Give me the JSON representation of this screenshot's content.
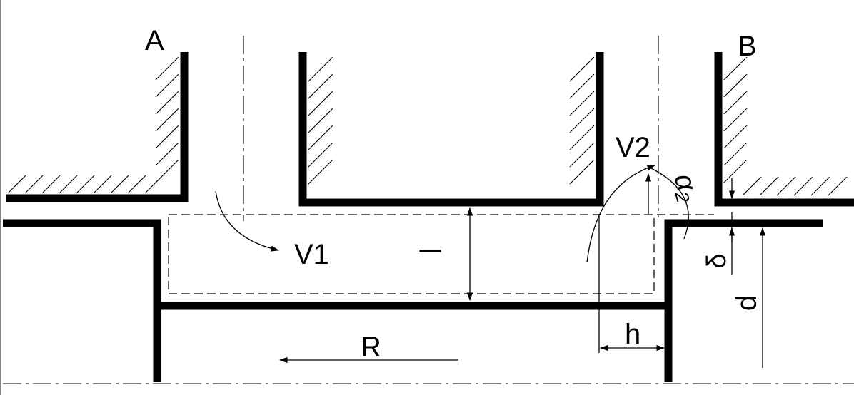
{
  "labels": {
    "a": "A",
    "b": "B",
    "v1": "V1",
    "v2": "V2",
    "alpha2": "α₂",
    "l": "l",
    "r": "R",
    "h": "h",
    "delta": "δ",
    "d": "d"
  },
  "colors": {
    "stroke": "#000000",
    "background": "#ffffff"
  }
}
